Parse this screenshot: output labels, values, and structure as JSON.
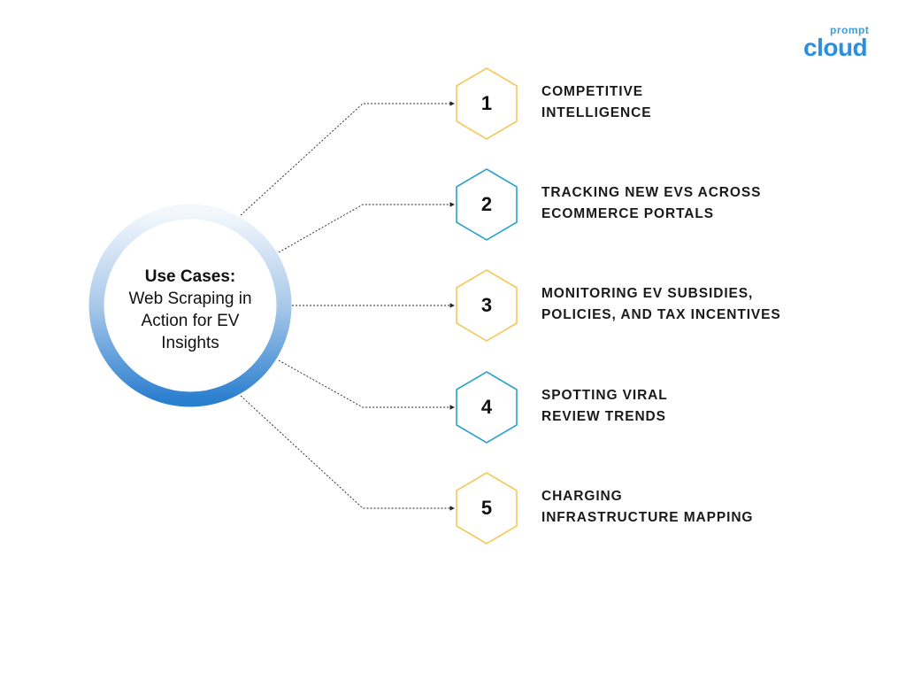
{
  "center": {
    "title": "Use Cases:",
    "subtitle": "Web Scraping in Action for EV Insights"
  },
  "logo": {
    "top": "prompt",
    "bottom": "cloud"
  },
  "colors": {
    "yellow": "#f5c85a",
    "blue": "#2aa3c8",
    "ring_top": "#eef4fb",
    "ring_bottom": "#2b7fcf"
  },
  "items": [
    {
      "number": "1",
      "label": "COMPETITIVE\nINTELLIGENCE",
      "color": "yellow"
    },
    {
      "number": "2",
      "label": "TRACKING NEW EVS ACROSS\nECOMMERCE PORTALS",
      "color": "blue"
    },
    {
      "number": "3",
      "label": "MONITORING EV SUBSIDIES,\nPOLICIES, AND TAX INCENTIVES",
      "color": "yellow"
    },
    {
      "number": "4",
      "label": "SPOTTING VIRAL\nREVIEW TRENDS",
      "color": "blue"
    },
    {
      "number": "5",
      "label": "CHARGING\nINFRASTRUCTURE MAPPING",
      "color": "yellow"
    }
  ]
}
